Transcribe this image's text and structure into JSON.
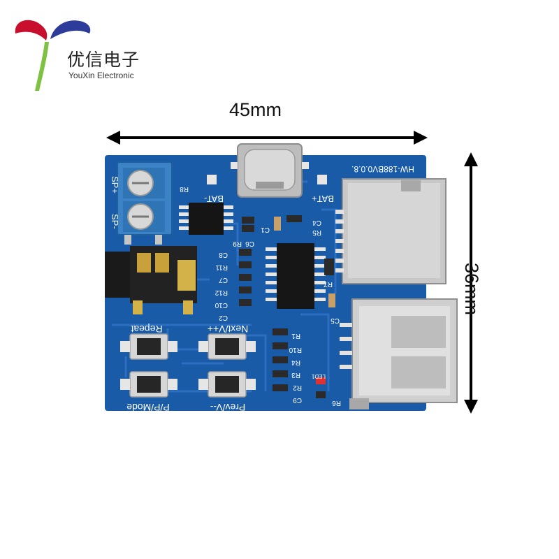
{
  "logo": {
    "cn": "优信电子",
    "en": "YouXin Electronic"
  },
  "dimensions": {
    "width": "45mm",
    "height": "36mm"
  },
  "board": {
    "model": "HW-188BV0.0.8.",
    "silk": {
      "sp_plus": "SP+",
      "sp_minus": "SP-",
      "bat_minus": "BAT-",
      "bat_plus": "BAT+",
      "repeat": "Repeat",
      "next": "Next/V++",
      "mode": "P/P/Mode",
      "prev": "Prev/V--",
      "r8": "R8",
      "c1": "C1",
      "c4": "C4",
      "r5": "R5",
      "r9": "R9",
      "c6": "C6",
      "c8": "C8",
      "r11": "R11",
      "c7": "C7",
      "r12": "R12",
      "c10": "C10",
      "c2": "C2",
      "r7": "R7",
      "c5": "C5",
      "r1": "R1",
      "r10": "R10",
      "r4": "R4",
      "r3": "R3",
      "r2": "R2",
      "c9": "C9",
      "r6": "R6",
      "led1": "LED1"
    },
    "colors": {
      "pcb": "#1a5ba8",
      "pcb_dark": "#0f3f7d",
      "terminal": "#3b83c6",
      "metal": "#c9c9c9",
      "pad": "#e6e6e6"
    }
  }
}
